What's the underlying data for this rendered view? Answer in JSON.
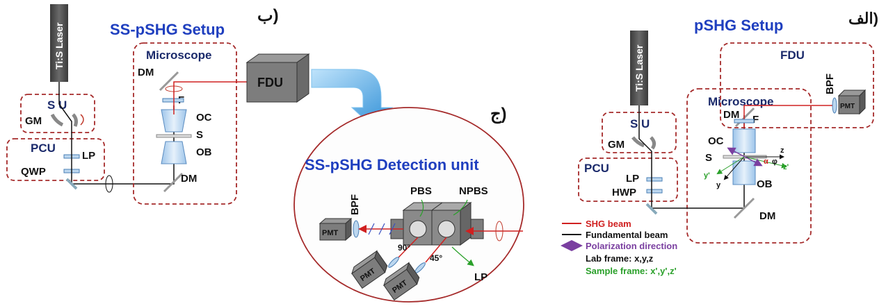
{
  "panel_a": {
    "letter": "الف)",
    "title": "pSHG Setup",
    "laser": "Ti:S Laser",
    "su": "S U",
    "gm": "GM",
    "pcu": "PCU",
    "lp": "LP",
    "hwp": "HWP",
    "microscope": "Microscope",
    "fdu": "FDU",
    "bpf": "BPF",
    "pmt": "PMT",
    "dm_top": "DM",
    "dm_bottom": "DM",
    "f": "F",
    "oc": "OC",
    "ob": "OB",
    "s": "S",
    "axis_z": "z",
    "axis_y": "y",
    "axis_yp": "y'",
    "axis_zp": "z'",
    "angle_alpha": "α",
    "angle_phi": "φ",
    "legend": {
      "shg": "SHG beam",
      "fundamental": "Fundamental beam",
      "polarization": "Polarization direction",
      "lab": "Lab frame: x,y,z",
      "sample": "Sample frame: x',y',z'"
    }
  },
  "panel_b": {
    "letter": "ب)",
    "title": "SS-pSHG Setup",
    "laser": "Ti:S Laser",
    "su": "S U",
    "gm": "GM",
    "pcu": "PCU",
    "lp": "LP",
    "qwp": "QWP",
    "microscope": "Microscope",
    "dm_top": "DM",
    "dm_bottom": "DM",
    "f": "F",
    "oc": "OC",
    "s": "S",
    "ob": "OB",
    "fdu": "FDU"
  },
  "panel_c": {
    "letter": "ج)",
    "title": "SS-pSHG Detection unit",
    "bpf": "BPF",
    "pbs": "PBS",
    "npbs": "NPBS",
    "pmt": "PMT",
    "angle_90": "90°",
    "angle_45": "45°",
    "lp": "LP"
  },
  "colors": {
    "navy": "#1b2a6b",
    "title_blue": "#1f3fbf",
    "dashed_red": "#a52a2a",
    "shg_beam": "#d02020",
    "polarization": "#7a3fa0",
    "sample_frame": "#2aa02a",
    "laser_box": "#555555",
    "arrow_blue": "#4aa3df"
  }
}
